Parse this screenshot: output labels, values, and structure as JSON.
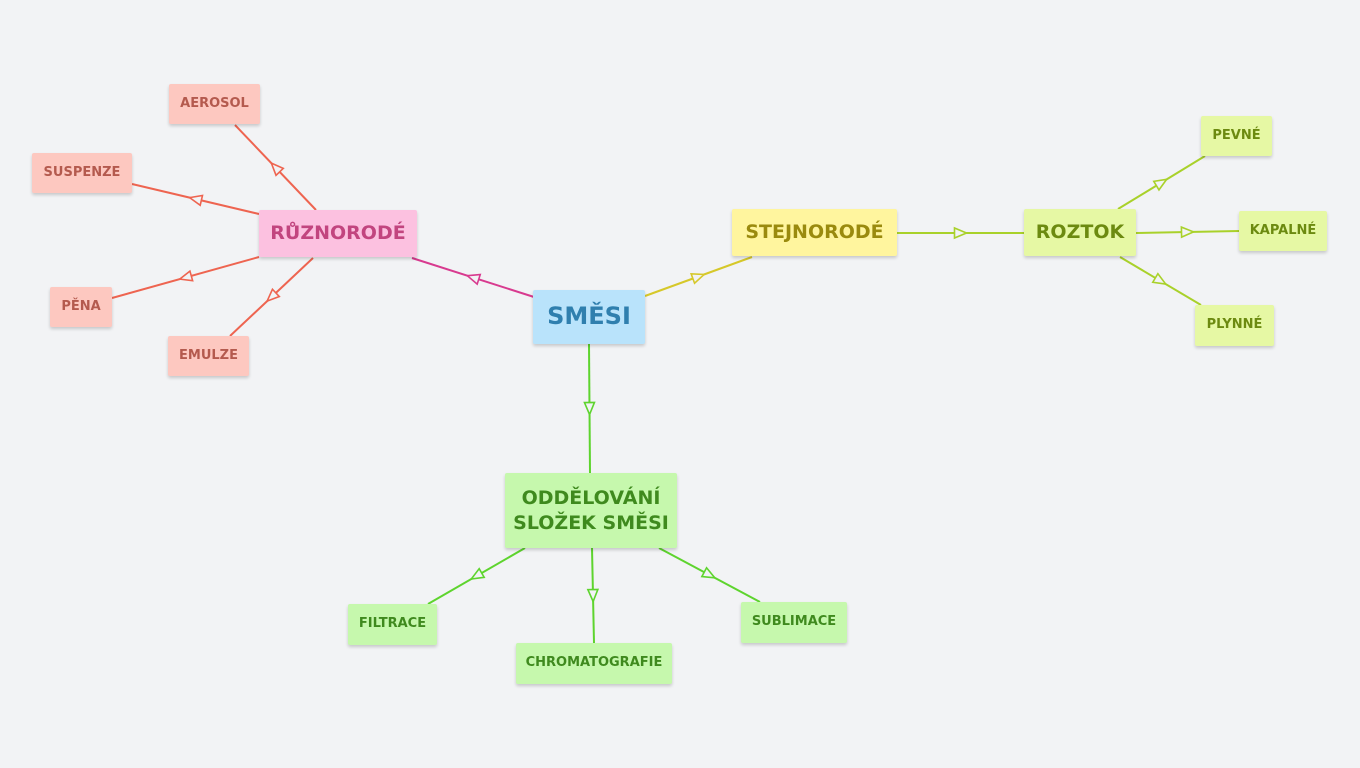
{
  "colors": {
    "background": "#f2f3f5",
    "center_fill": "#b9e3fb",
    "center_text": "#2f7fae",
    "pink_fill": "#fcc1e0",
    "pink_text": "#c2457f",
    "pink_line": "#d83a8f",
    "salmon_fill": "#fdc8c0",
    "salmon_text": "#b45a4e",
    "salmon_line": "#ee6450",
    "yellow_fill": "#fff59e",
    "yellow_text": "#9a8a0e",
    "yellow_line": "#d6c82a",
    "lime_fill": "#e6f8a4",
    "lime_text": "#6c8a10",
    "lime_line": "#a9d12a",
    "green_fill": "#c6f8ad",
    "green_text": "#3f8a1e",
    "green_line": "#5ed42e"
  },
  "nodes": {
    "center": "SMĚSI",
    "heterogeneous": "RŮZNORODÉ",
    "homogeneous": "STEJNORODÉ",
    "solution": "ROZTOK",
    "separation_line1": "ODDĚLOVÁNÍ",
    "separation_line2": "SLOŽEK SMĚSI",
    "aerosol": "AEROSOL",
    "suspension": "SUSPENZE",
    "foam": "PĚNA",
    "emulsion": "EMULZE",
    "solid": "PEVNÉ",
    "liquid": "KAPALNÉ",
    "gas": "PLYNNÉ",
    "filtration": "FILTRACE",
    "chromatography": "CHROMATOGRAFIE",
    "sublimation": "SUBLIMACE"
  }
}
